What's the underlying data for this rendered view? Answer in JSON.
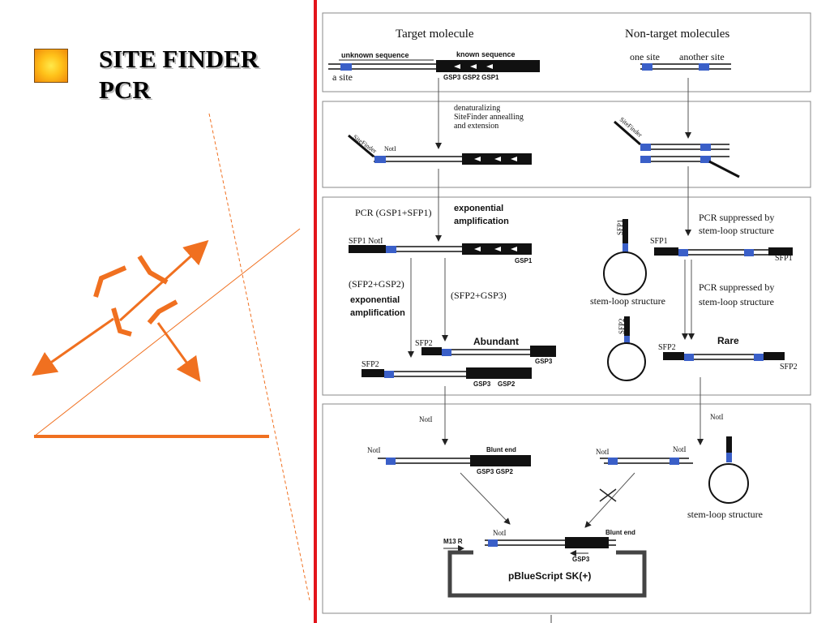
{
  "slide": {
    "title_line1": "SITE FINDER",
    "title_line2": "PCR",
    "colors": {
      "accent_orange": "#f07020",
      "rule_red": "#e3141b",
      "site_blue": "#3a5fc8"
    }
  },
  "diagram": {
    "panel1": {
      "target_heading": "Target molecule",
      "nontarget_heading": "Non-target molecules",
      "unknown_seq": "unknown sequence",
      "known_seq": "known sequence",
      "a_site": "a site",
      "gsp_labels": "GSP3 GSP2 GSP1",
      "one_site": "one site",
      "another_site": "another site"
    },
    "panel2": {
      "step_1": "denaturalizing",
      "step_2": "SiteFinder annealling",
      "step_3": "and extension",
      "sitefinder": "SiteFinder",
      "notl": "NotI",
      "sitefinder_right": "SiteFinder"
    },
    "panel3": {
      "pcr1": "PCR (GSP1+SFP1)",
      "exp1": "exponential",
      "amp1": "amplification",
      "sfp1_notl": "SFP1 NotI",
      "gsp1": "GSP1",
      "sfp2gsp2": "(SFP2+GSP2)",
      "exp2": "exponential",
      "amp2": "amplification",
      "sfp2gsp3": "(SFP2+GSP3)",
      "sfp2_a": "SFP2",
      "abundant": "Abundant",
      "gsp3_a": "GSP3",
      "sfp2_b": "SFP2",
      "gsp3_b": "GSP3",
      "gsp2_b": "GSP2",
      "sfp1_loop": "SFP1",
      "supp1_a": "PCR suppressed by",
      "supp1_b": "stem-loop structure",
      "sfp1_left": "SFP1",
      "sfp1_right": "SFP1",
      "stemloop1": "stem-loop structure",
      "supp2_a": "PCR suppressed by",
      "supp2_b": "stem-loop structure",
      "sfp2_loop": "SFP2",
      "rare": "Rare",
      "sfp2_rare_left": "SFP2",
      "sfp2_rare_right": "SFP2"
    },
    "panel4": {
      "notl_arrow_left": "NotI",
      "notl_arrow_right": "NotI",
      "notl_frag_left": "NotI",
      "blunt_end_1": "Blunt end",
      "gsp3_gsp2": "GSP3   GSP2",
      "notl_nt_left": "NotI",
      "notl_nt_right": "NotI",
      "stemloop3": "stem-loop structure",
      "m13r": "M13 R",
      "notl_vec": "NotI",
      "blunt_end_2": "Blunt end",
      "gsp3_vec": "GSP3",
      "vector": "pBlueScript SK(+)"
    }
  }
}
